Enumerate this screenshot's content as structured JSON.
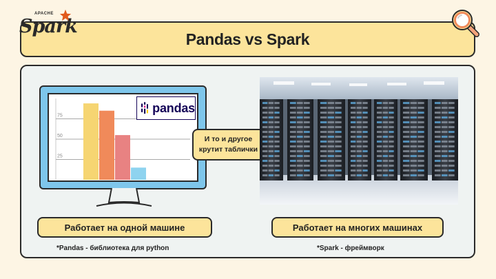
{
  "header": {
    "title": "Pandas vs Spark",
    "logo_apache": "APACHE",
    "logo_spark": "Spark"
  },
  "monitor": {
    "pandas_logo_text": "pandas",
    "chart_ticks": [
      "75",
      "50",
      "25"
    ]
  },
  "chart_data": {
    "type": "bar",
    "values": [
      94,
      85,
      55,
      15
    ],
    "colors": [
      "#f6d572",
      "#f08a5a",
      "#e88282",
      "#8ed3ef"
    ],
    "ylim": [
      0,
      100
    ],
    "yticks": [
      25,
      50,
      75
    ]
  },
  "bubble": {
    "line1": "И то и другое",
    "line2": "крутит таблички"
  },
  "labels": {
    "left": "Работает на одной машине",
    "right": "Работает на многих машинах"
  },
  "footnotes": {
    "left": "*Pandas - библиотека для python",
    "right": "*Spark - фреймворк"
  },
  "colors": {
    "background": "#fdf5e4",
    "accent_yellow": "#fce49b",
    "panel": "#eff3f2",
    "monitor": "#7ec6eb",
    "spark_orange": "#e25a1c"
  }
}
